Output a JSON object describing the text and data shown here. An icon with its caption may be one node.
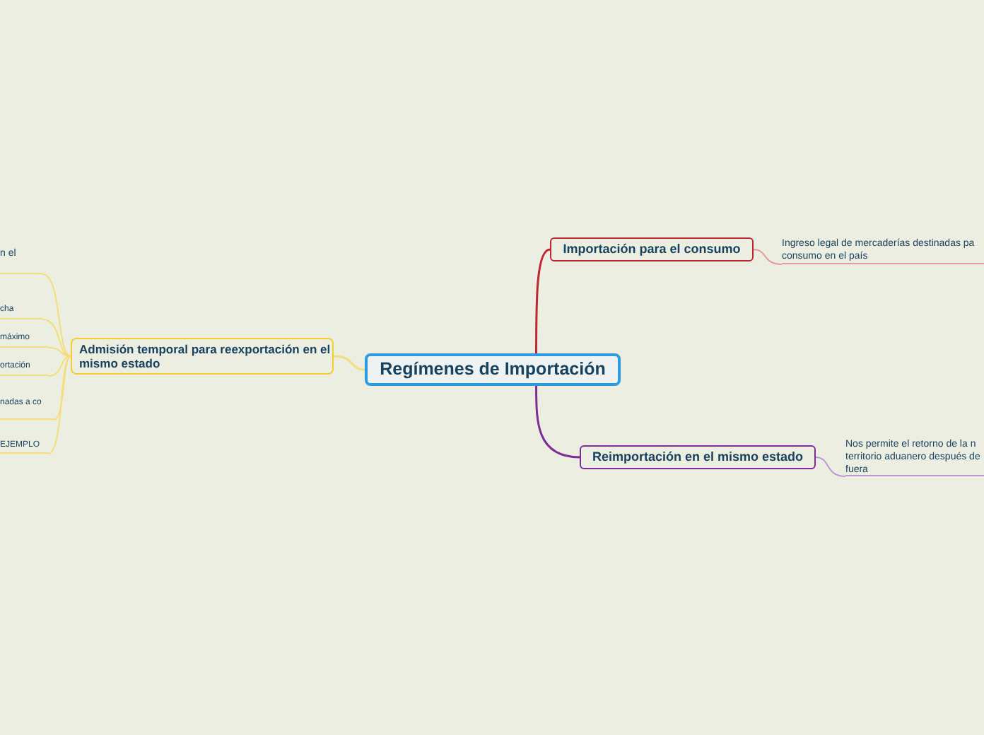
{
  "diagram": {
    "nodes": [
      {
        "text": [
          "Regímenes de Importación"
        ]
      },
      {
        "text": [
          "Importación para el consumo"
        ]
      },
      {
        "text": [
          "Ingreso legal de mercaderías destinadas pa consumo en el país"
        ]
      },
      {
        "text": [
          "Reimportación en el mismo estado"
        ]
      },
      {
        "text": [
          "Nos permite el retorno de la n territorio aduanero después de fuera"
        ]
      },
      {
        "text": [
          "Admisión temporal para reexportación en el mismo estado"
        ]
      },
      {
        "text": [
          "n el"
        ]
      },
      {
        "text": [
          "cha"
        ]
      },
      {
        "text": [
          "máximo"
        ]
      },
      {
        "text": [
          "ortación"
        ]
      },
      {
        "text": [
          "nadas a co"
        ]
      },
      {
        "text": [
          "EJEMPLO"
        ]
      }
    ],
    "edges": [
      {
        "from": 0,
        "to": 1,
        "arrow": "none",
        "color": "#c0262d"
      },
      {
        "from": 1,
        "to": 2,
        "arrow": "none",
        "color": "#e79a9a"
      },
      {
        "from": 0,
        "to": 3,
        "arrow": "none",
        "color": "#7b2f96"
      },
      {
        "from": 3,
        "to": 4,
        "arrow": "none",
        "color": "#b99ad2"
      },
      {
        "from": 0,
        "to": 5,
        "arrow": "none"
      },
      {
        "from": 5,
        "to": 6,
        "arrow": "none"
      },
      {
        "from": 5,
        "to": 7,
        "arrow": "none"
      },
      {
        "from": 5,
        "to": 8,
        "arrow": "none"
      },
      {
        "from": 5,
        "to": 9,
        "arrow": "none"
      },
      {
        "from": 5,
        "to": 10,
        "arrow": "none"
      },
      {
        "from": 5,
        "to": 11,
        "arrow": "none"
      }
    ]
  }
}
